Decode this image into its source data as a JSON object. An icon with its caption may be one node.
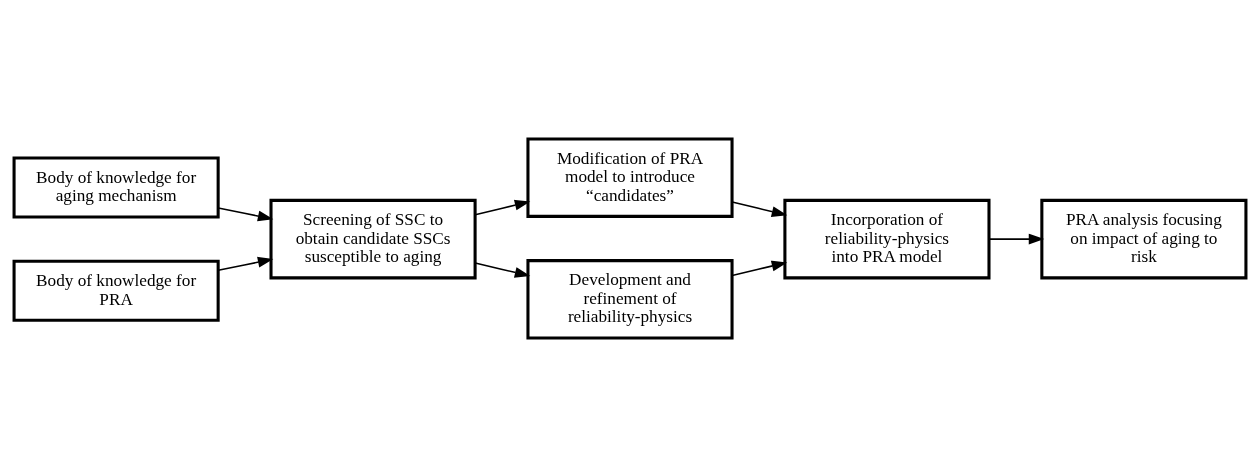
{
  "diagram": {
    "nodes": [
      {
        "text": [
          "Body of knowledge for aging mechanism"
        ]
      },
      {
        "text": [
          "Body of knowledge for PRA"
        ]
      },
      {
        "text": [
          "Screening of SSC to obtain candidate SSCs susceptible to aging"
        ]
      },
      {
        "text": [
          "Modification of PRA model to introduce “candidates”"
        ]
      },
      {
        "text": [
          "Development and refinement of reliability-physics"
        ]
      },
      {
        "text": [
          "Incorporation of reliability-physics into PRA model"
        ]
      },
      {
        "text": [
          "PRA analysis focusing on impact of aging to risk"
        ]
      }
    ],
    "edges": [
      {
        "from": 0,
        "to": 2,
        "arrow": "to"
      },
      {
        "from": 1,
        "to": 2,
        "arrow": "to"
      },
      {
        "from": 2,
        "to": 3,
        "arrow": "to"
      },
      {
        "from": 2,
        "to": 4,
        "arrow": "to"
      },
      {
        "from": 3,
        "to": 5,
        "arrow": "to"
      },
      {
        "from": 4,
        "to": 5,
        "arrow": "to"
      },
      {
        "from": 5,
        "to": 6,
        "arrow": "to"
      }
    ]
  }
}
